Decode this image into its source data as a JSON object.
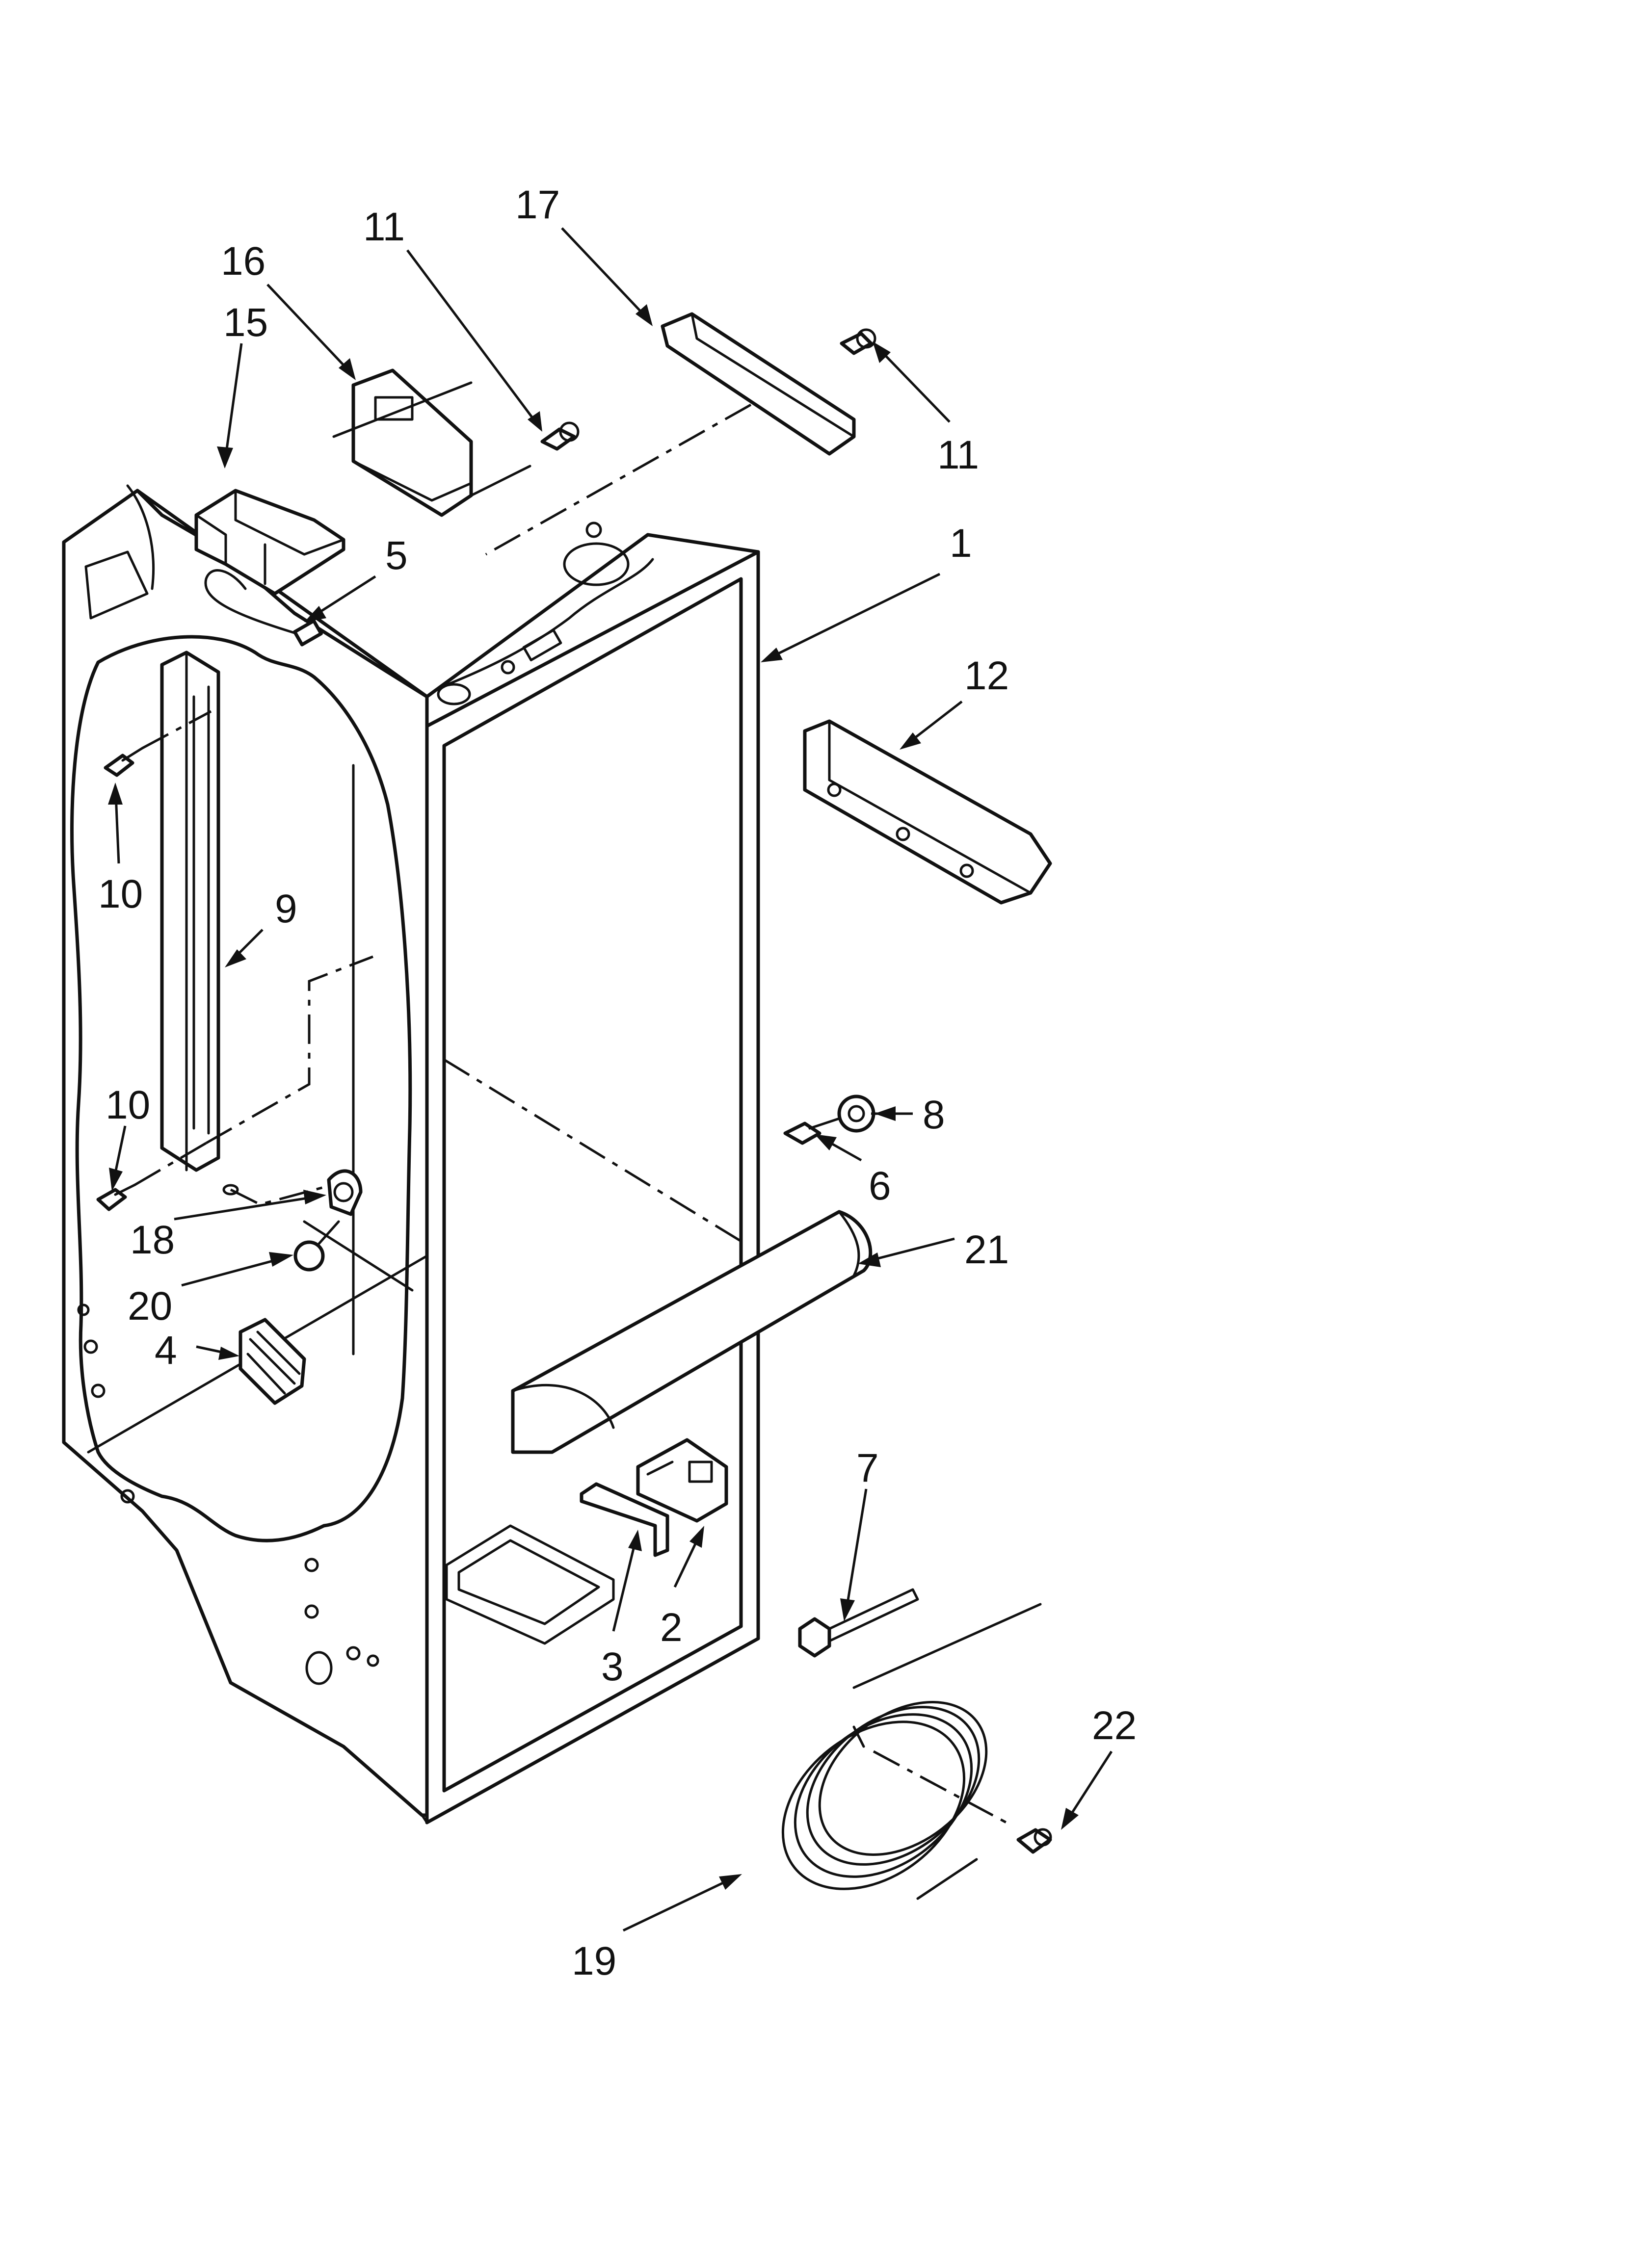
{
  "callouts": [
    {
      "id": "c1",
      "label": "1"
    },
    {
      "id": "c2",
      "label": "2"
    },
    {
      "id": "c3",
      "label": "3"
    },
    {
      "id": "c4",
      "label": "4"
    },
    {
      "id": "c5",
      "label": "5"
    },
    {
      "id": "c6",
      "label": "6"
    },
    {
      "id": "c7",
      "label": "7"
    },
    {
      "id": "c8",
      "label": "8"
    },
    {
      "id": "c9",
      "label": "9"
    },
    {
      "id": "c10a",
      "label": "10"
    },
    {
      "id": "c10b",
      "label": "10"
    },
    {
      "id": "c11a",
      "label": "11"
    },
    {
      "id": "c11b",
      "label": "11"
    },
    {
      "id": "c12",
      "label": "12"
    },
    {
      "id": "c15",
      "label": "15"
    },
    {
      "id": "c16",
      "label": "16"
    },
    {
      "id": "c17",
      "label": "17"
    },
    {
      "id": "c18",
      "label": "18"
    },
    {
      "id": "c19",
      "label": "19"
    },
    {
      "id": "c20",
      "label": "20"
    },
    {
      "id": "c21",
      "label": "21"
    },
    {
      "id": "c22",
      "label": "22"
    }
  ]
}
